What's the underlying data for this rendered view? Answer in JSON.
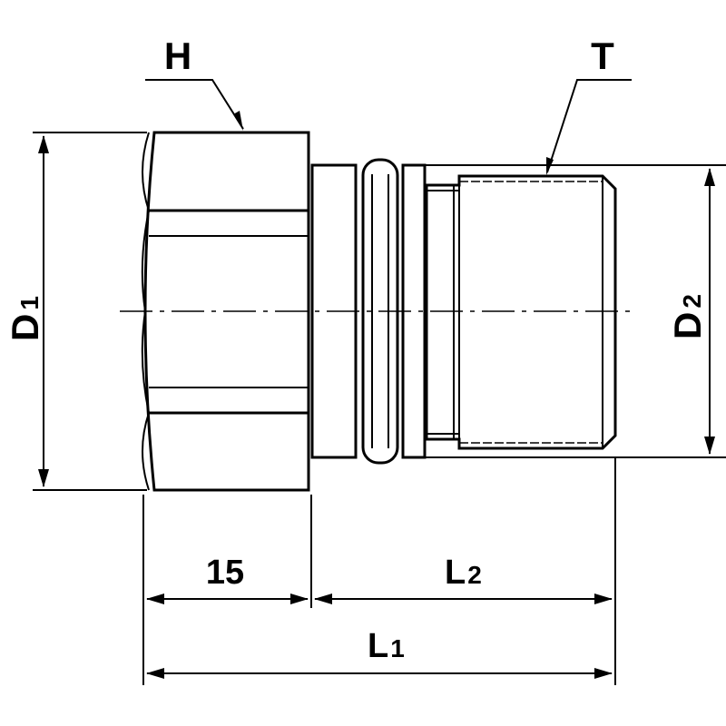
{
  "diagram": {
    "labels": {
      "hex": "H",
      "thread": "T",
      "d1_main": "D",
      "d1_sub": "1",
      "d2_main": "D",
      "d2_sub": "2",
      "dim_15": "15",
      "l2_main": "L",
      "l2_sub": "2",
      "l1_main": "L",
      "l1_sub": "1"
    },
    "colors": {
      "line": "#000000",
      "background": "#ffffff"
    }
  }
}
